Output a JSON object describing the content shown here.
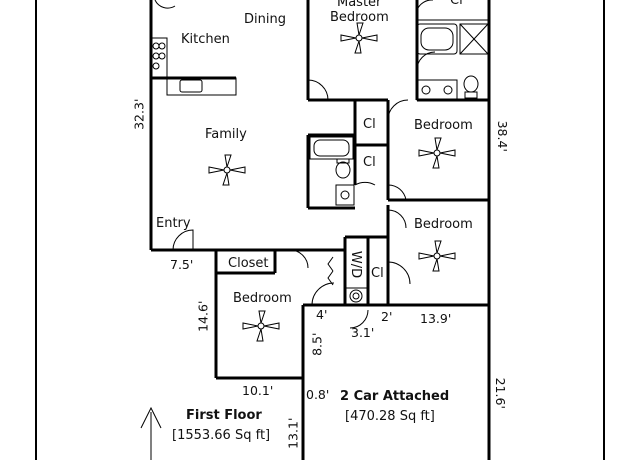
{
  "rooms": {
    "dining": "Dining",
    "master_bedroom_line1": "Master",
    "master_bedroom_line2": "Bedroom",
    "kitchen": "Kitchen",
    "family": "Family",
    "bedroom_east_1": "Bedroom",
    "bedroom_east_2": "Bedroom",
    "bedroom_west": "Bedroom",
    "entry": "Entry",
    "closet": "Closet",
    "closet_top": "Cl",
    "closet_1": "Cl",
    "closet_2": "Cl",
    "closet_3": "Cl",
    "washer_dryer": "W/D",
    "garage_title": "2 Car Attached",
    "garage_area": "[470.28 Sq ft]"
  },
  "floor": {
    "title": "First Floor",
    "area": "[1553.66 Sq ft]"
  },
  "dimensions": {
    "west_wall": "32.3'",
    "east_wall": "38.4'",
    "entry_step": "7.5'",
    "bedroom_height": "14.6'",
    "small_4": "4'",
    "small_2": "2'",
    "small_31": "3.1'",
    "garage_width": "13.9'",
    "small_85": "8.5'",
    "bedroom_width": "10.1'",
    "small_08": "0.8'",
    "garage_depth": "21.6'",
    "porch": "13.1'"
  },
  "colors": {
    "wall": "#000000",
    "background": "#ffffff"
  }
}
